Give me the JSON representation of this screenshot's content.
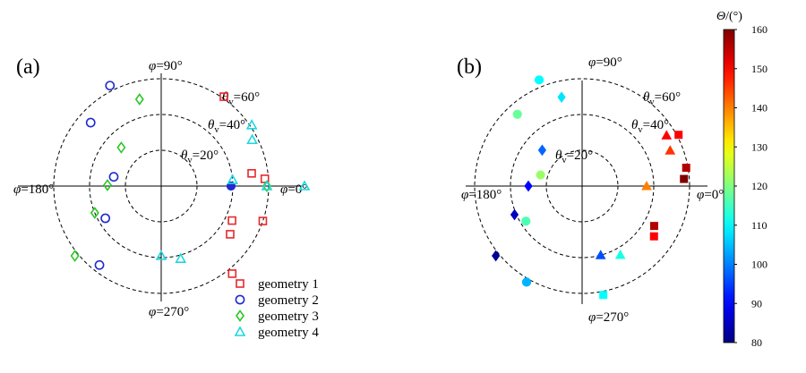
{
  "chart_data": [
    {
      "type": "scatter",
      "coordinate_system": "polar",
      "panel_label": "(a)",
      "angular_labels": [
        {
          "angle_deg": 0,
          "text": "φ=0°"
        },
        {
          "angle_deg": 90,
          "text": "φ=90°"
        },
        {
          "angle_deg": 180,
          "text": "φ=180°"
        },
        {
          "angle_deg": 270,
          "text": "φ=270°"
        }
      ],
      "radial_rings": [
        {
          "theta_v_deg": 20,
          "text": "θv=20°"
        },
        {
          "theta_v_deg": 40,
          "text": "θv=40°"
        },
        {
          "theta_v_deg": 60,
          "text": "θv=60°"
        }
      ],
      "legend_position": "bottom-right",
      "series": [
        {
          "name": "geometry 1",
          "marker": "square",
          "color": "#e8282c",
          "points": [
            {
              "phi": 4,
              "theta_v": 58
            },
            {
              "phi": 8,
              "theta_v": 51
            },
            {
              "phi": -26,
              "theta_v": 44
            },
            {
              "phi": -35,
              "theta_v": 47
            },
            {
              "phi": -19,
              "theta_v": 60
            },
            {
              "phi": -51,
              "theta_v": 63
            },
            {
              "phi": 55,
              "theta_v": 61
            }
          ]
        },
        {
          "name": "geometry 2",
          "marker": "circle",
          "color": "#1f2ad0",
          "points": [
            {
              "phi": 117,
              "theta_v": 63
            },
            {
              "phi": 138,
              "theta_v": 53
            },
            {
              "phi": 169,
              "theta_v": 27
            },
            {
              "phi": 210,
              "theta_v": 36
            },
            {
              "phi": 232,
              "theta_v": 56
            },
            {
              "phi": 0,
              "theta_v": 39,
              "filled": true
            }
          ]
        },
        {
          "name": "geometry 3",
          "marker": "diamond",
          "color": "#2bc625",
          "points": [
            {
              "phi": 104,
              "theta_v": 50
            },
            {
              "phi": 136,
              "theta_v": 31
            },
            {
              "phi": 179,
              "theta_v": 30
            },
            {
              "phi": 202,
              "theta_v": 40
            },
            {
              "phi": 219,
              "theta_v": 62
            },
            {
              "phi": 0,
              "theta_v": 59
            }
          ]
        },
        {
          "name": "geometry 4",
          "marker": "triangle",
          "color": "#1ed7e0",
          "points": [
            {
              "phi": 27,
              "theta_v": 57
            },
            {
              "phi": 34,
              "theta_v": 61
            },
            {
              "phi": 5,
              "theta_v": 40
            },
            {
              "phi": 0,
              "theta_v": 59
            },
            {
              "phi": -75,
              "theta_v": 42
            },
            {
              "phi": -90,
              "theta_v": 39
            },
            {
              "phi": 0,
              "theta_v": 80
            }
          ]
        }
      ]
    },
    {
      "type": "scatter",
      "coordinate_system": "polar",
      "panel_label": "(b)",
      "angular_labels": [
        {
          "angle_deg": 0,
          "text": "φ=0°"
        },
        {
          "angle_deg": 90,
          "text": "φ=90°"
        },
        {
          "angle_deg": 180,
          "text": "φ=180°"
        },
        {
          "angle_deg": 270,
          "text": "φ=270°"
        }
      ],
      "radial_rings": [
        {
          "theta_v_deg": 20,
          "text": "θv=20°"
        },
        {
          "theta_v_deg": 40,
          "text": "θv=40°"
        },
        {
          "theta_v_deg": 60,
          "text": "θv=60°"
        }
      ],
      "colorbar": {
        "label": "Θ/(°)",
        "range": [
          80,
          160
        ],
        "ticks": [
          80,
          90,
          100,
          110,
          120,
          130,
          140,
          150,
          160
        ],
        "colormap": "jet"
      },
      "points": [
        {
          "marker": "square",
          "phi": 4,
          "theta_v": 57,
          "Theta": 160
        },
        {
          "marker": "square",
          "phi": 10,
          "theta_v": 59,
          "Theta": 156
        },
        {
          "marker": "square",
          "phi": -29,
          "theta_v": 46,
          "Theta": 156
        },
        {
          "marker": "square",
          "phi": -35,
          "theta_v": 49,
          "Theta": 150
        },
        {
          "marker": "square",
          "phi": 28,
          "theta_v": 61,
          "Theta": 150
        },
        {
          "marker": "square",
          "phi": -79,
          "theta_v": 62,
          "Theta": 110
        },
        {
          "marker": "triangle",
          "phi": 31,
          "theta_v": 55,
          "Theta": 150
        },
        {
          "marker": "triangle",
          "phi": 22,
          "theta_v": 53,
          "Theta": 146
        },
        {
          "marker": "triangle",
          "phi": 0,
          "theta_v": 36,
          "Theta": 140
        },
        {
          "marker": "triangle",
          "phi": -61,
          "theta_v": 44,
          "Theta": 112
        },
        {
          "marker": "triangle",
          "phi": -75,
          "theta_v": 40,
          "Theta": 96
        },
        {
          "marker": "circle",
          "phi": 112,
          "theta_v": 64,
          "Theta": 110
        },
        {
          "marker": "circle",
          "phi": 132,
          "theta_v": 54,
          "Theta": 118
        },
        {
          "marker": "circle",
          "phi": 165,
          "theta_v": 24,
          "Theta": 122
        },
        {
          "marker": "circle",
          "phi": 212,
          "theta_v": 37,
          "Theta": 116
        },
        {
          "marker": "circle",
          "phi": 240,
          "theta_v": 62,
          "Theta": 104
        },
        {
          "marker": "diamond",
          "phi": 103,
          "theta_v": 51,
          "Theta": 108
        },
        {
          "marker": "diamond",
          "phi": 138,
          "theta_v": 30,
          "Theta": 98
        },
        {
          "marker": "diamond",
          "phi": 180,
          "theta_v": 30,
          "Theta": 90
        },
        {
          "marker": "diamond",
          "phi": 203,
          "theta_v": 41,
          "Theta": 85
        },
        {
          "marker": "diamond",
          "phi": 219,
          "theta_v": 62,
          "Theta": 82
        }
      ]
    }
  ]
}
